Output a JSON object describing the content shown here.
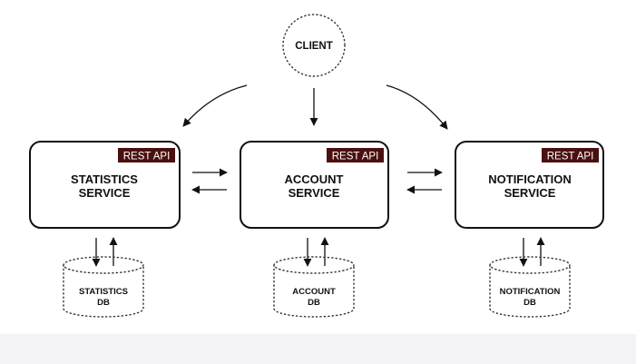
{
  "client": {
    "label": "CLIENT"
  },
  "services": [
    {
      "line1": "STATISTICS",
      "line2": "SERVICE",
      "badge": "REST API"
    },
    {
      "line1": "ACCOUNT",
      "line2": "SERVICE",
      "badge": "REST API"
    },
    {
      "line1": "NOTIFICATION",
      "line2": "SERVICE",
      "badge": "REST API"
    }
  ],
  "databases": [
    {
      "line1": "STATISTICS",
      "line2": "DB"
    },
    {
      "line1": "ACCOUNT",
      "line2": "DB"
    },
    {
      "line1": "NOTIFICATION",
      "line2": "DB"
    }
  ],
  "colors": {
    "badge_bg": "#4a1010",
    "badge_text": "#ffffff",
    "stroke": "#111111",
    "footer_band": "#f4f4f6"
  }
}
